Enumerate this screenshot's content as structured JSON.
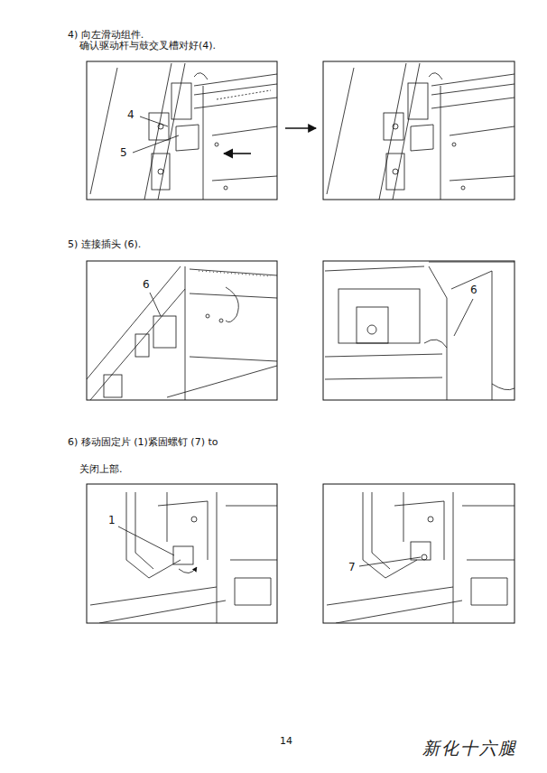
{
  "diagram": {
    "labels": [
      "4) 向左滑动组件.",
      "确认驱动杆与鼓交叉槽对好(4).",
      "4",
      "5",
      "5) 连接插头 (6).",
      "6",
      "6",
      "6) 移动固定片 (1)紧固螺钉 (7) to",
      "关闭上部.",
      "1",
      "7",
      "14",
      "新化十六腿"
    ]
  }
}
